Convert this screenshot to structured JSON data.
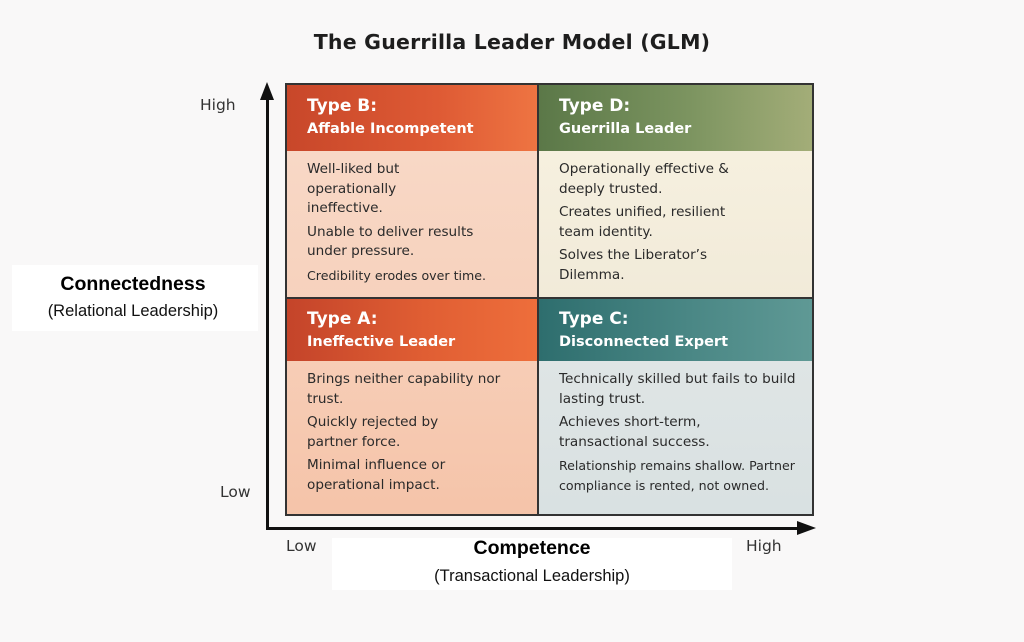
{
  "title": "The Guerrilla Leader Model (GLM)",
  "y_axis": {
    "label": "Connectedness",
    "sublabel": "(Relational Leadership)",
    "high": "High",
    "low": "Low"
  },
  "x_axis": {
    "label": "Competence",
    "sublabel": "(Transactional Leadership)",
    "low": "Low",
    "high": "High"
  },
  "quadrants": {
    "b": {
      "type": "Type B:",
      "name": "Affable Incompetent",
      "points": [
        "Well-liked but operationally ineffective.",
        "Unable to deliver results under pressure.",
        "Credibility erodes over time."
      ],
      "color": "#d9542f"
    },
    "d": {
      "type": "Type D:",
      "name": "Guerrilla Leader",
      "points": [
        "Operationally effective & deeply trusted.",
        "Creates unified, resilient team identity.",
        "Solves the Liberator’s Dilemma."
      ],
      "color": "#6f8a55"
    },
    "a": {
      "type": "Type A:",
      "name": "Ineffective Leader",
      "points": [
        "Brings neither capability nor trust.",
        "Quickly rejected by partner force.",
        "Minimal influence or operational impact."
      ],
      "color": "#de5a32"
    },
    "c": {
      "type": "Type C:",
      "name": "Disconnected Expert",
      "points": [
        "Technically skilled but fails to build lasting trust.",
        "Achieves short-term, transactional success.",
        "Relationship remains shallow. Partner compliance is rented, not owned."
      ],
      "color": "#3f7c7b"
    }
  }
}
